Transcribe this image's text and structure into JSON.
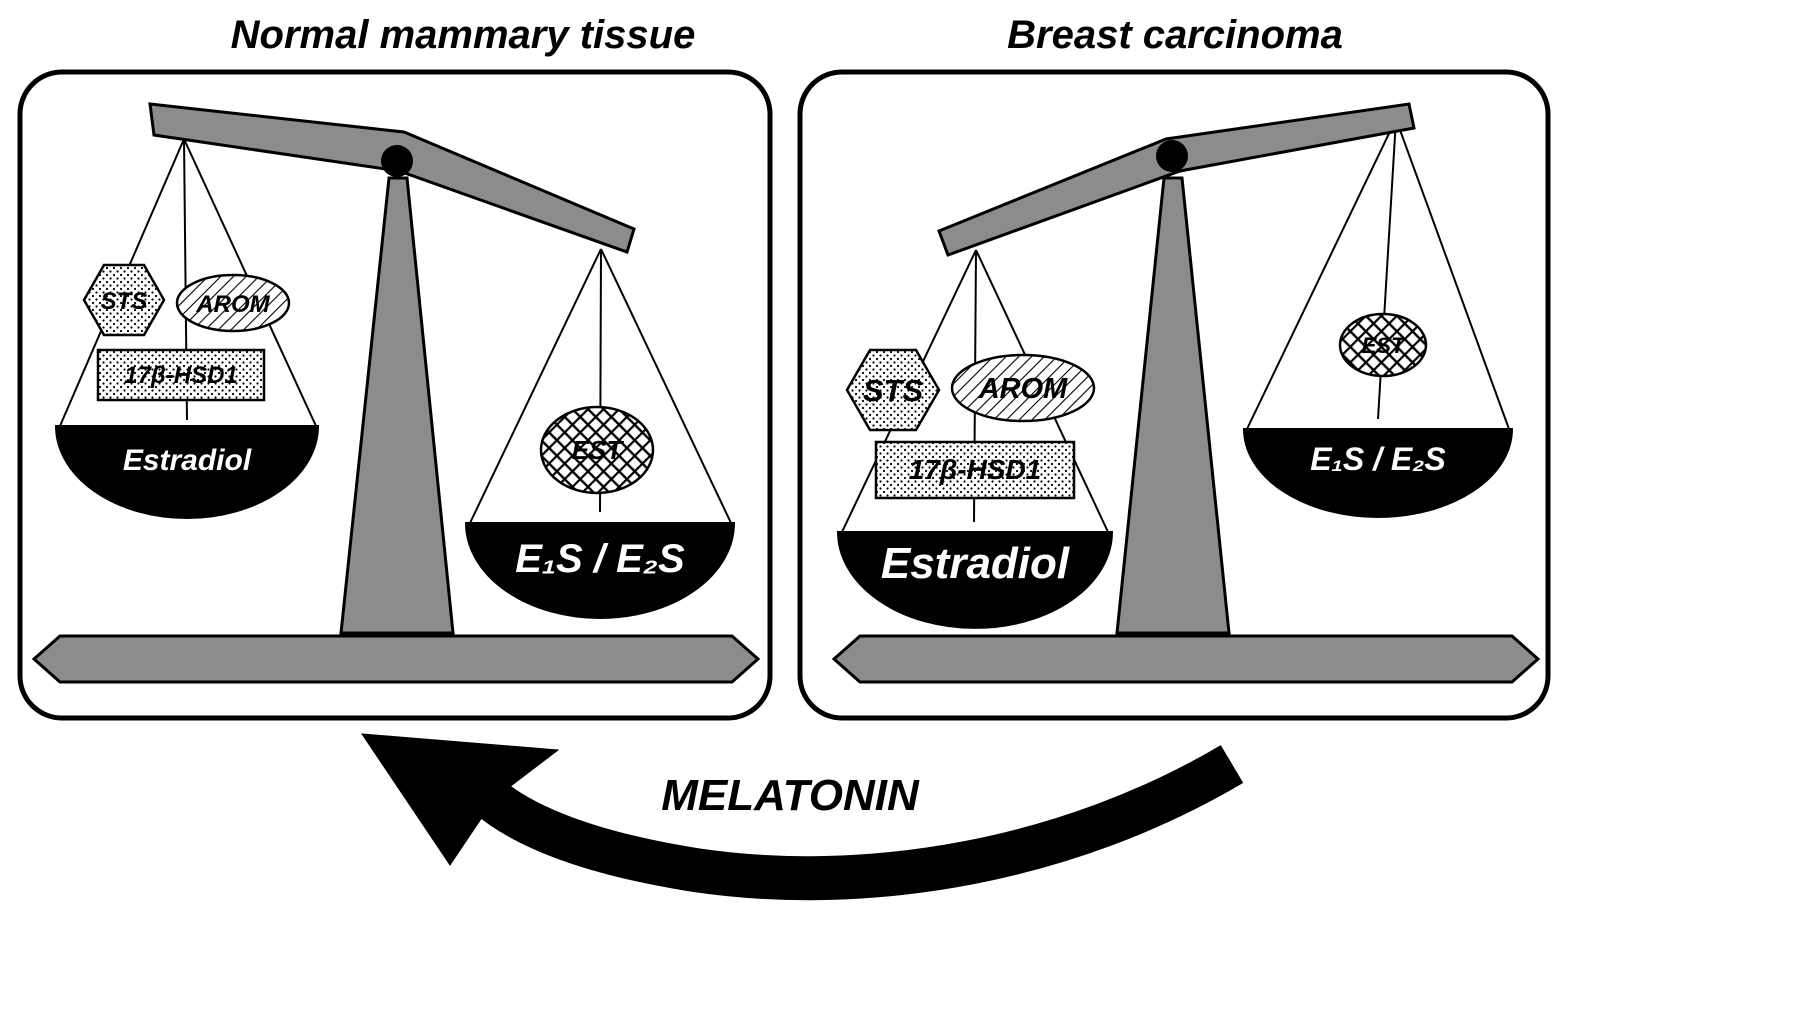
{
  "panels": {
    "normal": {
      "title": "Normal mammary tissue",
      "enzymes": {
        "sts": "STS",
        "arom": "AROM",
        "hsd": "17β-HSD1",
        "est": "EST"
      },
      "left_pan_label": "Estradiol",
      "right_pan_label": "E₁S / E₂S"
    },
    "carcinoma": {
      "title": "Breast carcinoma",
      "enzymes": {
        "sts": "STS",
        "arom": "AROM",
        "hsd": "17β-HSD1",
        "est": "EST"
      },
      "left_pan_label": "Estradiol",
      "right_pan_label": "E₁S / E₂S"
    }
  },
  "arrow_label": "MELATONIN",
  "colors": {
    "metal_gray": "#8c8c8c",
    "pan_black": "#000000",
    "background": "#ffffff"
  }
}
